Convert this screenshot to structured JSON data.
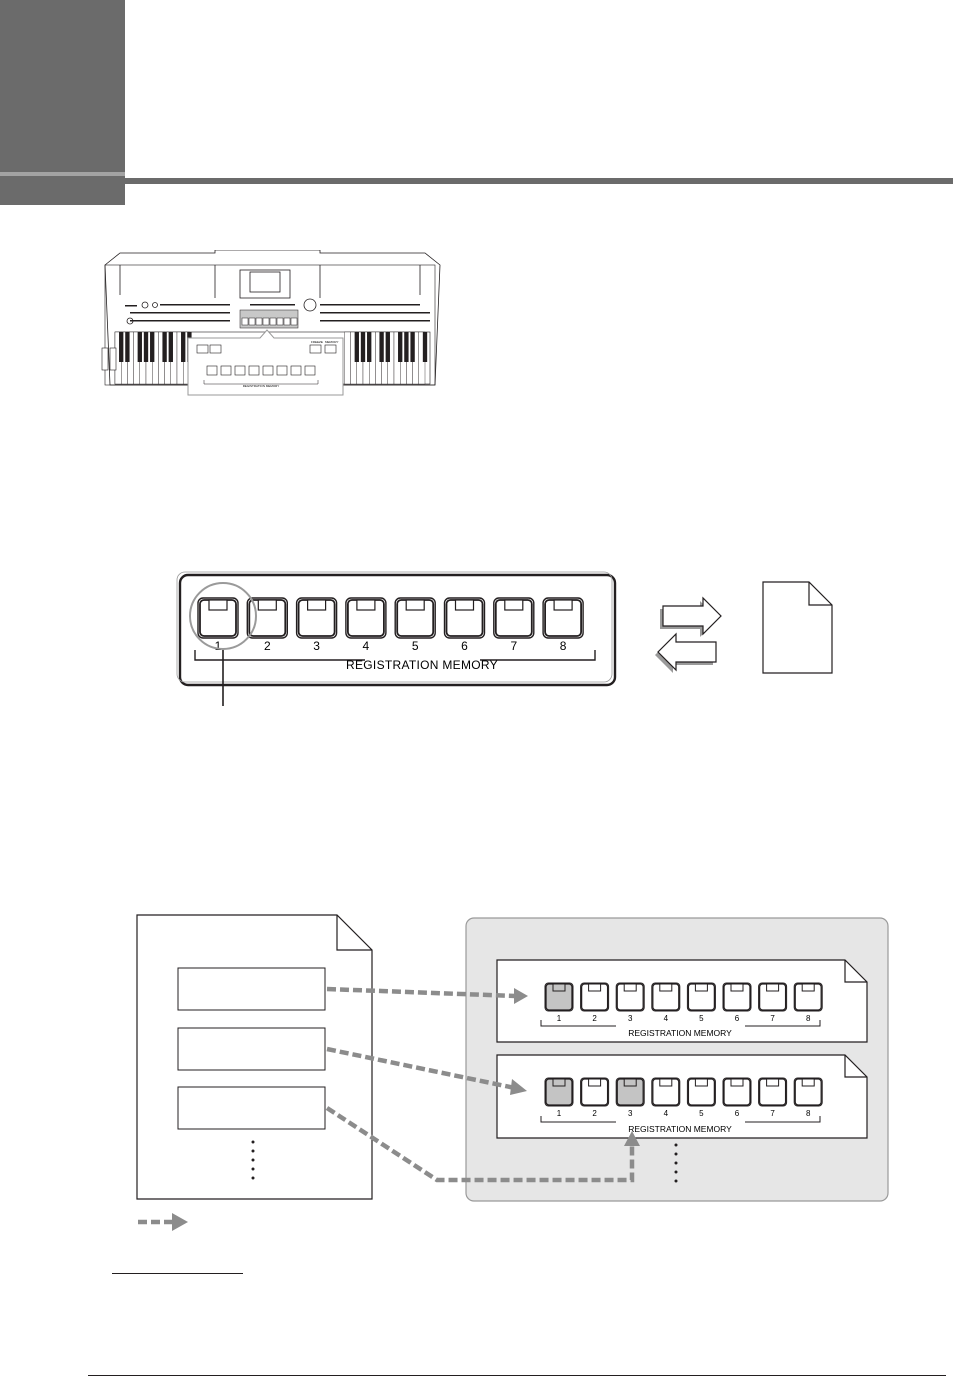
{
  "buttons": [
    "1",
    "2",
    "3",
    "4",
    "5",
    "6",
    "7",
    "8"
  ],
  "registration_memory_label": "REGISTRATION MEMORY",
  "panel_small_labels": {
    "memory": "MEMORY",
    "freeze": "FREEZE"
  },
  "colors": {
    "chapter_tab": "#6b6b6b",
    "header_rule": "#6b6b6b",
    "bank_area": "#e6e6e6",
    "arrow": "#8c8c8c",
    "stored_button": "#c4c4c4"
  },
  "diagram_bottom": {
    "bank1_stored": [
      1
    ],
    "bank2_stored": [
      1,
      3
    ]
  }
}
